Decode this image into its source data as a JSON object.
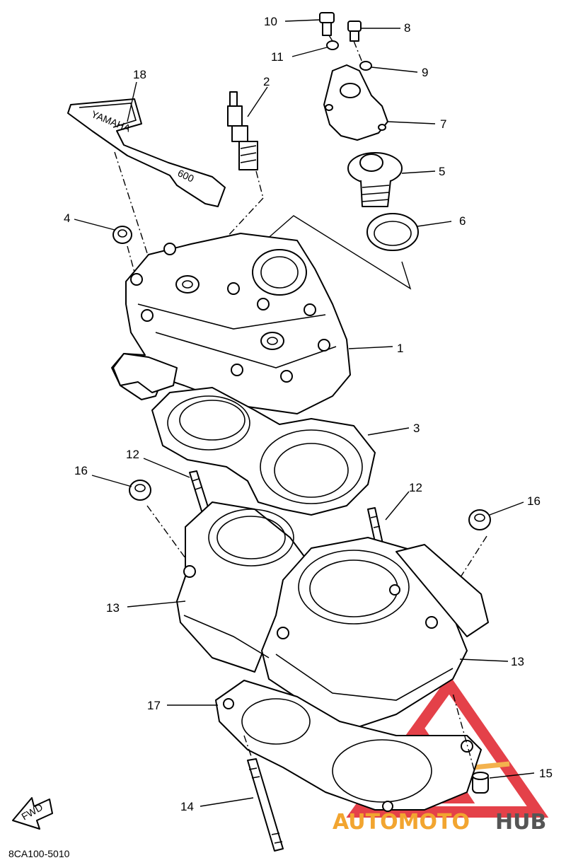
{
  "diagram": {
    "callouts": [
      {
        "id": "c1",
        "text": "1"
      },
      {
        "id": "c2",
        "text": "2"
      },
      {
        "id": "c3",
        "text": "3"
      },
      {
        "id": "c4",
        "text": "4"
      },
      {
        "id": "c5",
        "text": "5"
      },
      {
        "id": "c6",
        "text": "6"
      },
      {
        "id": "c7",
        "text": "7"
      },
      {
        "id": "c8",
        "text": "8"
      },
      {
        "id": "c9",
        "text": "9"
      },
      {
        "id": "c10",
        "text": "10"
      },
      {
        "id": "c11",
        "text": "11"
      },
      {
        "id": "c12a",
        "text": "12"
      },
      {
        "id": "c12b",
        "text": "12"
      },
      {
        "id": "c13a",
        "text": "13"
      },
      {
        "id": "c13b",
        "text": "13"
      },
      {
        "id": "c14",
        "text": "14"
      },
      {
        "id": "c15",
        "text": "15"
      },
      {
        "id": "c16a",
        "text": "16"
      },
      {
        "id": "c16b",
        "text": "16"
      },
      {
        "id": "c17",
        "text": "17"
      },
      {
        "id": "c18",
        "text": "18"
      }
    ],
    "part_code": "8CA100-5010",
    "fwd_arrow": "FWD",
    "plate_brand": "YAMAHA",
    "plate_model": "600"
  },
  "watermark": {
    "part1": "AUTOMOTO",
    "part2": "HUB",
    "colors": {
      "red": "#e0202a",
      "orange": "#f2a530",
      "dark": "#555555"
    }
  }
}
